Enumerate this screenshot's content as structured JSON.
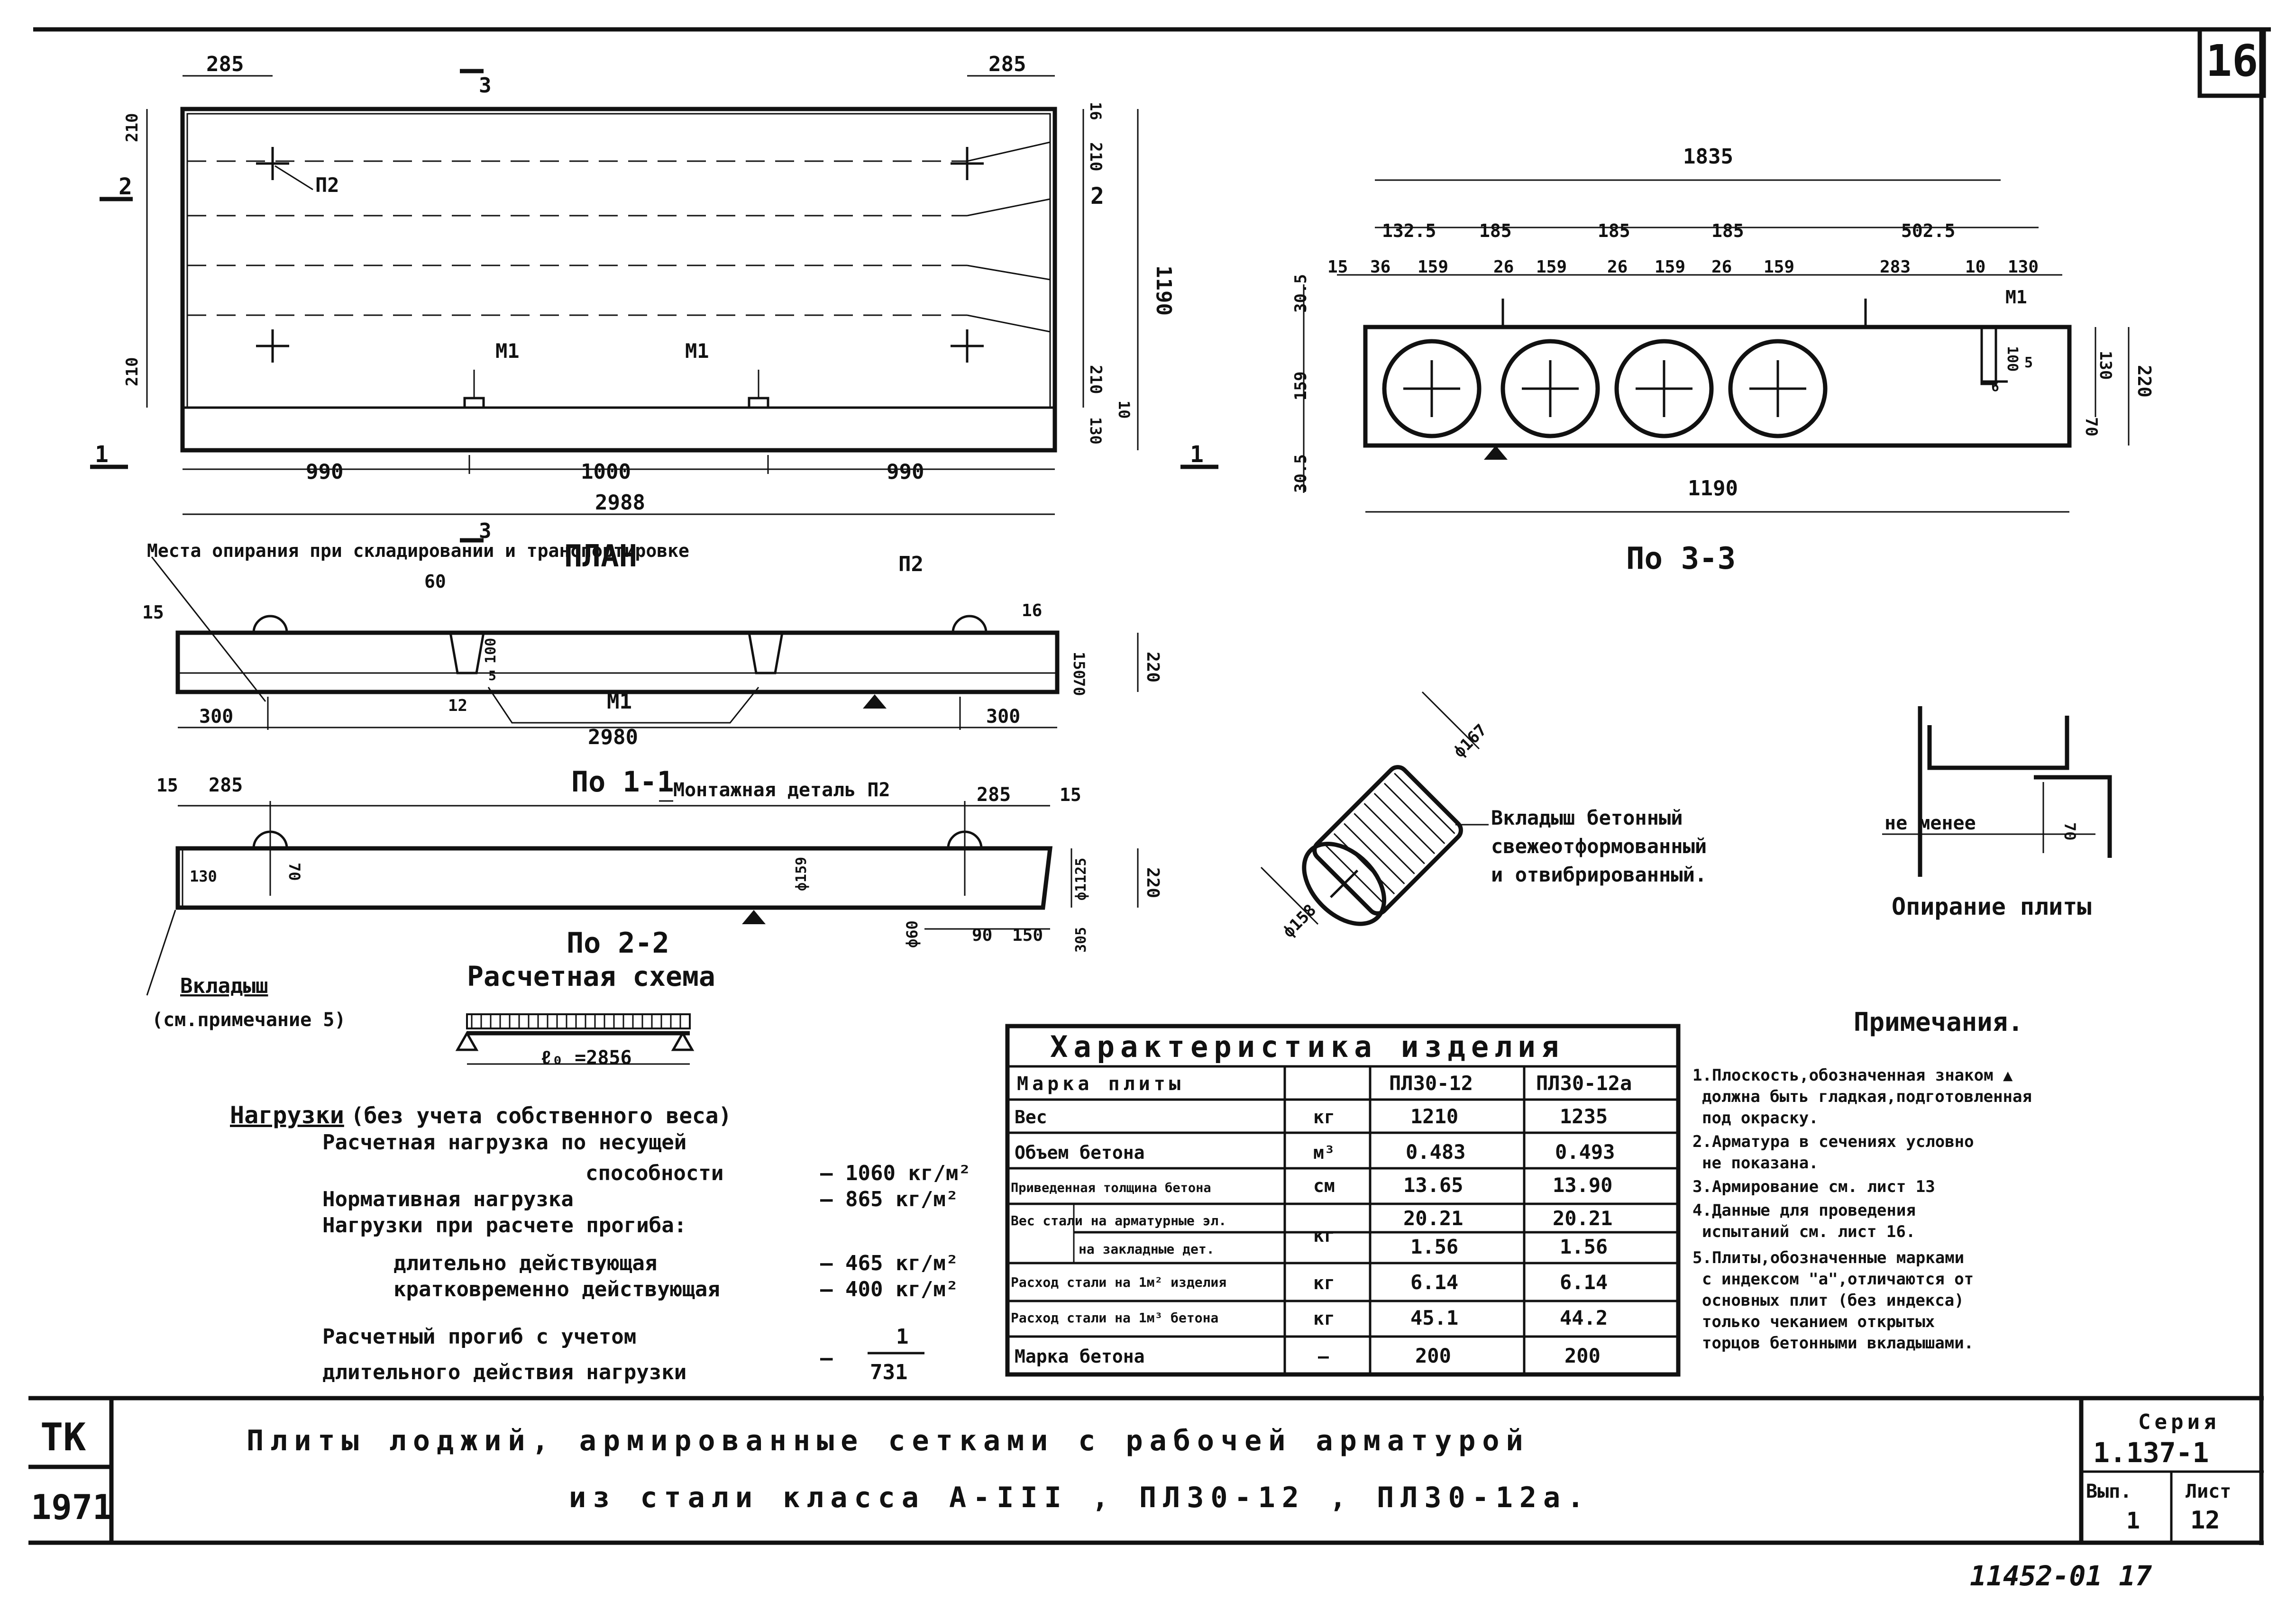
{
  "sheet": {
    "sheet_number": "16",
    "bottom_note": "11452-01   17"
  },
  "plan": {
    "title": "ПЛАН",
    "dims": {
      "top_left": "285",
      "top_right": "285",
      "section3": "3",
      "left_210_top": "210",
      "left_210_bottom": "210",
      "right_16": "16",
      "right_210_top": "210",
      "right_210_bottom": "210",
      "right_10": "10",
      "right_130": "130",
      "height_1190": "1190",
      "bottom_990_left": "990",
      "bottom_1000": "1000",
      "bottom_990_right": "990",
      "overall_2988": "2988",
      "sec1_left": "1",
      "sec1_right": "1",
      "sec2_left": "2",
      "sec2_right": "2"
    },
    "labels": {
      "p2": "П2",
      "m1a": "М1",
      "m1b": "М1"
    }
  },
  "section_3_3": {
    "title": "По 3-3",
    "dims": {
      "overall_1835": "1835",
      "d132_5": "132.5",
      "d185a": "185",
      "d185b": "185",
      "d185c": "185",
      "d502_5": "502.5",
      "d15": "15",
      "d36": "36",
      "d159a": "159",
      "d26a": "26",
      "d159b": "159",
      "d26b": "26",
      "d159c": "159",
      "d26c": "26",
      "d159d": "159",
      "d283": "283",
      "d10": "10",
      "d130": "130",
      "left_30_5_top": "30.5",
      "left_159": "159",
      "left_30_5_bottom": "30.5",
      "width_1190": "1190",
      "m1": "М1",
      "r100": "100",
      "r5": "5",
      "r6": "6",
      "r130": "130",
      "r70": "70",
      "r220": "220"
    }
  },
  "section_1_1": {
    "title": "По 1-1",
    "support_note": "Места опирания при складировании и транспортировке",
    "dims": {
      "d15": "15",
      "d60": "60",
      "p2": "П2",
      "d16": "16",
      "d100": "100",
      "d5": "5",
      "d150": "150",
      "d70": "70",
      "d220": "220",
      "d300a": "300",
      "d12": "12",
      "m1": "М1",
      "d2980": "2980",
      "d300b": "300"
    }
  },
  "section_2_2": {
    "title": "По 2-2",
    "mount_label": "Монтажная деталь П2",
    "insert_label": "Вкладыш",
    "insert_note": "(см.примечание 5)",
    "dims": {
      "d15a": "15",
      "d285a": "285",
      "d285b": "285",
      "d15b": "15",
      "d130": "130",
      "d70": "70",
      "d159": "ф159",
      "d1125": "ф1125",
      "d220": "220",
      "d305": "305",
      "d60": "ф60",
      "d90": "90",
      "d150": "150"
    }
  },
  "insert_detail": {
    "d167": "ф167",
    "d158": "ф158",
    "label_line1": "Вкладыш бетонный",
    "label_line2": "свежеотформованный",
    "label_line3": "и отвибрированный."
  },
  "support_detail": {
    "not_less": "не менее",
    "d70": "70",
    "title": "Опирание плиты"
  },
  "calc_scheme": {
    "title": "Расчетная схема",
    "span": "ℓ₀ =2856"
  },
  "loads": {
    "title": "Нагрузки",
    "title_rest": "(без учета собственного веса)",
    "rows": [
      {
        "label": "Расчетная нагрузка по несущей",
        "value": ""
      },
      {
        "label": "способности",
        "value": "— 1060 кг/м²"
      },
      {
        "label": "Нормативная нагрузка",
        "value": "— 865 кг/м²"
      },
      {
        "label": "Нагрузки при расчете прогиба:",
        "value": ""
      },
      {
        "label": "длительно действующая",
        "value": "— 465 кг/м²"
      },
      {
        "label": "кратковременно действующая",
        "value": "— 400 кг/м²"
      },
      {
        "label": "Расчетный прогиб с учетом",
        "value": ""
      },
      {
        "label": "длительного действия нагрузки",
        "value": ""
      }
    ],
    "deflection_num": "1",
    "deflection_den": "731",
    "dash": "—"
  },
  "characteristics": {
    "title": "Характеристика изделия",
    "header": {
      "mark": "Марка плиты",
      "col1": "ПЛ30-12",
      "col2": "ПЛ30-12а"
    },
    "rows": [
      {
        "name": "Вес",
        "unit": "кг",
        "v1": "1210",
        "v2": "1235"
      },
      {
        "name": "Объем бетона",
        "unit": "м³",
        "v1": "0.483",
        "v2": "0.493"
      },
      {
        "name": "Приведенная толщина бетона",
        "unit": "см",
        "v1": "13.65",
        "v2": "13.90"
      },
      {
        "name": "Вес стали на арматурные эл.",
        "unit": "кг",
        "v1": "20.21",
        "v2": "20.21"
      },
      {
        "name": "на закладные дет.",
        "unit": "",
        "v1": "1.56",
        "v2": "1.56"
      },
      {
        "name": "Расход стали на 1м² изделия",
        "unit": "кг",
        "v1": "6.14",
        "v2": "6.14"
      },
      {
        "name": "Расход стали на 1м³ бетона",
        "unit": "кг",
        "v1": "45.1",
        "v2": "44.2"
      },
      {
        "name": "Марка бетона",
        "unit": "—",
        "v1": "200",
        "v2": "200"
      }
    ]
  },
  "notes": {
    "title": "Примечания.",
    "lines": [
      "1.Плоскость,обозначенная знаком ▲",
      "должна быть гладкая,подготовленная",
      "под окраску.",
      "2.Арматура в сечениях условно",
      "не показана.",
      "3.Армирование см. лист 13",
      "4.Данные для проведения",
      "испытаний см. лист 16.",
      "5.Плиты,обозначенные марками",
      "с индексом \"а\",отличаются от",
      "основных плит (без индекса)",
      "только чеканием открытых",
      "торцов бетонными вкладышами."
    ]
  },
  "title_block": {
    "tk": "ТК",
    "year": "1971",
    "line1": "Плиты лоджий, армированные сетками с рабочей арматурой",
    "line2": "из стали класса А-III , ПЛ30-12 , ПЛ30-12а.",
    "series_label": "Серия",
    "series": "1.137-1",
    "vyp_label": "Вып.",
    "vyp": "1",
    "list_label": "Лист",
    "list": "12"
  }
}
